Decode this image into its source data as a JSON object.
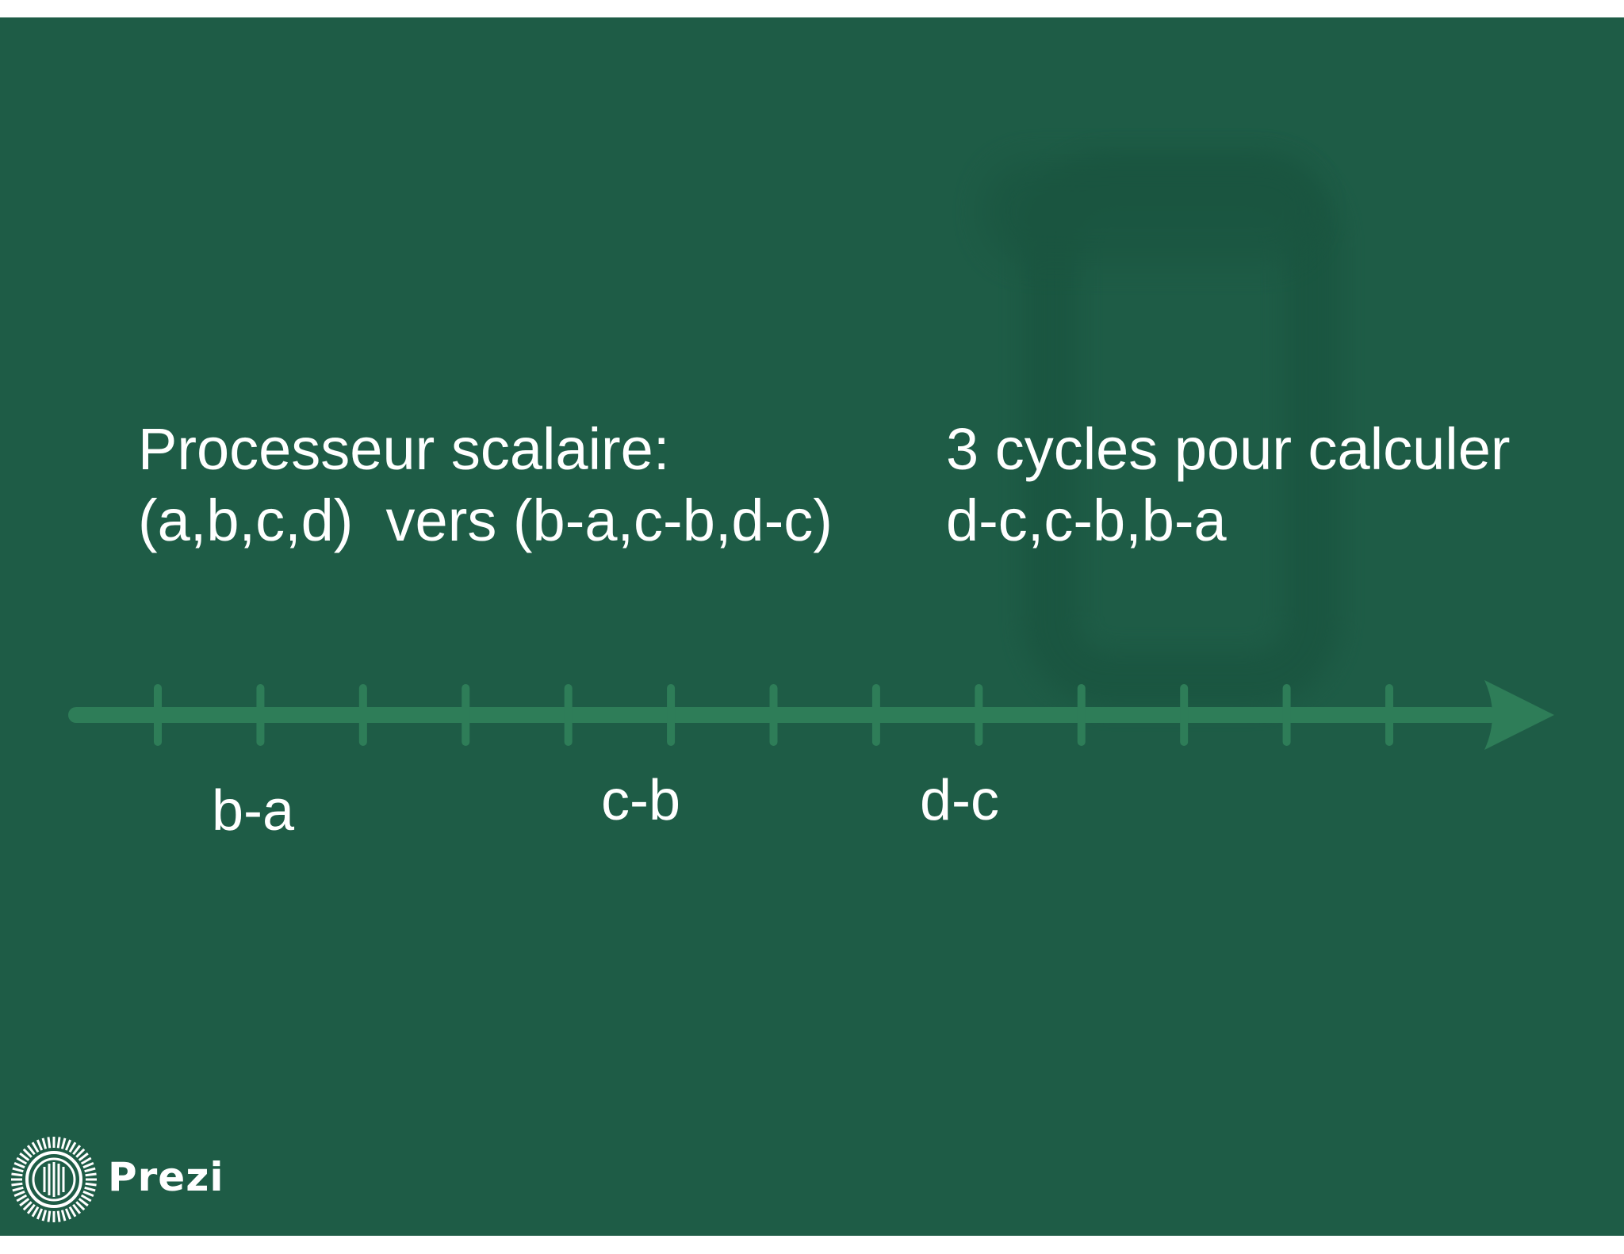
{
  "slide": {
    "left_block": {
      "line1": "Processeur scalaire:",
      "line2": "(a,b,c,d)  vers (b-a,c-b,d-c)"
    },
    "right_block": {
      "line1": "3 cycles pour calculer",
      "line2": "d-c,c-b,b-a"
    },
    "timeline": {
      "tick_count": 13,
      "color": "#2e7d58"
    },
    "step_labels": [
      "b-a",
      "c-b",
      "d-c"
    ]
  },
  "brand": {
    "name": "Prezi",
    "icon": "prezi-logo-icon"
  },
  "colors": {
    "background": "#1e5c46",
    "text": "#ffffff",
    "timeline": "#2e7d58"
  }
}
